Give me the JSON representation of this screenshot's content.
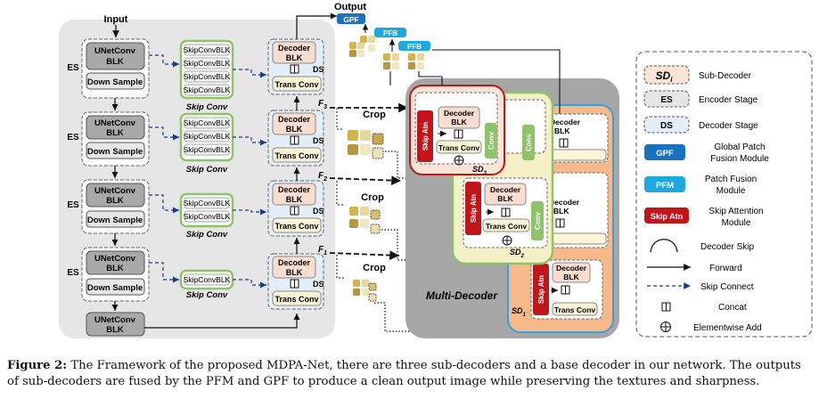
{
  "diagram": {
    "input": "Input",
    "output": "Output",
    "gpf": "GPF",
    "pfb": "PFB",
    "es": "ES",
    "ds": "DS",
    "unet_line1": "UNetConv",
    "unet_line2": "BLK",
    "down_sample": "Down Sample",
    "skipconv_blk": "SkipConvBLK",
    "skip_conv": "Skip Conv",
    "decoder_line1": "Decoder",
    "decoder_line2": "BLK",
    "trans_conv": "Trans Conv",
    "f3": "F",
    "f3_sub": "3",
    "f2": "F",
    "f2_sub": "2",
    "f1": "F",
    "f1_sub": "1",
    "crop": "Crop",
    "multi_decoder": "Multi-Decoder",
    "skip_atn": "Skip Atn",
    "conv": "Conv",
    "sd": "SD",
    "sd3_sub": "3",
    "sd2_sub": "2",
    "sd1_sub": "1"
  },
  "legend": {
    "sd_symbol": "SD",
    "sd_sub": "i",
    "sub_decoder": "Sub-Decoder",
    "es_symbol": "ES",
    "encoder_stage": "Encoder Stage",
    "ds_symbol": "DS",
    "decoder_stage": "Decoder Stage",
    "gpf_symbol": "GPF",
    "gpf_line1": "Global Patch",
    "gpf_line2": "Fusion Module",
    "pfm_symbol": "PFM",
    "pfm_line1": "Patch Fusion",
    "pfm_line2": "Module",
    "skipatn_symbol": "Skip Atn",
    "skipatn_line1": "Skip Attention",
    "skipatn_line2": "Module",
    "decoder_skip": "Decoder Skip",
    "forward": "Forward",
    "skip_connect": "Skip Connect",
    "concat": "Concat",
    "elementwise_add": "Elementwise Add"
  },
  "caption": {
    "label": "Figure 2:",
    "text": " The Framework of the proposed MDPA-Net, there are three sub-decoders and a base decoder in our network. The outputs of sub-decoders are fused by the PFM and GPF to produce a clean output image while preserving the textures and sharpness."
  },
  "colors": {
    "encoder_panel": "#e6e6e6",
    "unet_block": "#a9a9a9",
    "skipconv_border": "#8fc36a",
    "decoder_stage_bg": "#e3eef8",
    "decoder_blk": "#f9ddd0",
    "trans_conv": "#fdf6d6",
    "multi_decoder_bg": "#a6a6a6",
    "sd1": "#f5b98a",
    "sd2": "#f6f0c6",
    "sd3": "#fbe3d6",
    "gpf": "#1a72bd",
    "pfm": "#1ea7e1",
    "skip_atn": "#c0161b",
    "patch_yellow": "#d6b24a"
  }
}
